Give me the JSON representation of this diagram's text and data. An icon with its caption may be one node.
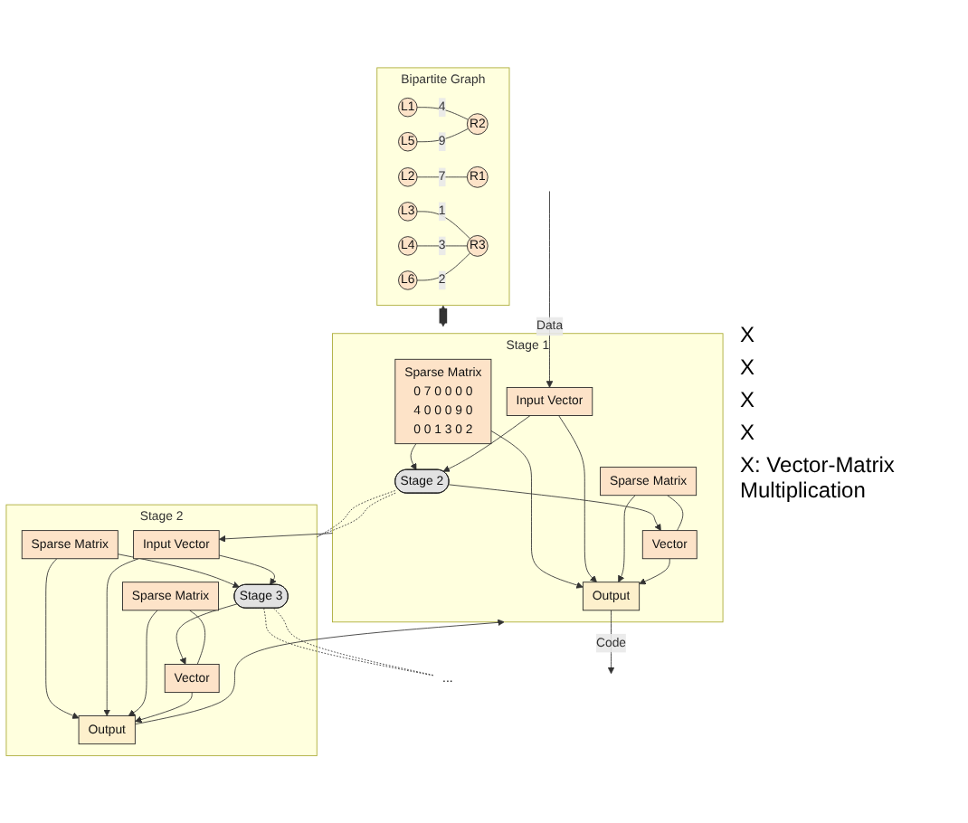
{
  "diagram": {
    "nodes": [
      {
        "text": [
          "Bipartite Graph"
        ]
      },
      {
        "text": [
          "L1"
        ],
        "in": 0
      },
      {
        "text": [
          "L2"
        ],
        "in": 0
      },
      {
        "text": [
          "L3"
        ],
        "in": 0
      },
      {
        "text": [
          "L4"
        ],
        "in": 0
      },
      {
        "text": [
          "L5"
        ],
        "in": 0
      },
      {
        "text": [
          "L6"
        ],
        "in": 0
      },
      {
        "text": [
          "R1"
        ],
        "in": 0
      },
      {
        "text": [
          "R2"
        ],
        "in": 0
      },
      {
        "text": [
          "R3"
        ],
        "in": 0
      },
      {
        "text": [
          "Stage 2"
        ]
      },
      {
        "text": [
          "Sparse Matrix"
        ],
        "in": 10
      },
      {
        "text": [
          "Stage 3"
        ],
        "in": 10
      },
      {
        "text": [
          "Sparse Matrix"
        ],
        "in": 10
      },
      {
        "text": [
          "Vector"
        ],
        "in": 10
      },
      {
        "text": [
          "Input Vector"
        ],
        "in": 10
      },
      {
        "text": [
          "Output"
        ],
        "in": 10
      },
      {
        "text": [
          "Stage 1"
        ]
      },
      {
        "text": [
          "Sparse Matrix",
          "0 7 0 0 0 0",
          "4 0 0 0 9 0",
          "0 0 1 3 0 2"
        ],
        "in": 17
      },
      {
        "text": [
          "Stage 2"
        ],
        "in": 17
      },
      {
        "text": [
          "Sparse Matrix"
        ],
        "in": 17
      },
      {
        "text": [
          "Vector"
        ],
        "in": 17
      },
      {
        "text": [
          "Input Vector"
        ],
        "in": 17
      },
      {
        "text": [
          "Output"
        ],
        "in": 17
      },
      {
        "text": [
          "..."
        ]
      }
    ],
    "edges": [
      {
        "from": 1,
        "to": 8,
        "arrow": "none",
        "label": "4"
      },
      {
        "from": 2,
        "to": 7,
        "arrow": "none",
        "label": "7"
      },
      {
        "from": 3,
        "to": 9,
        "arrow": "none",
        "label": "1"
      },
      {
        "from": 4,
        "to": 9,
        "arrow": "none",
        "label": "3"
      },
      {
        "from": 5,
        "to": 8,
        "arrow": "none",
        "label": "9"
      },
      {
        "from": 6,
        "to": 9,
        "arrow": "none",
        "label": "2"
      },
      {
        "from": 0,
        "to": 17,
        "arrow": "both",
        "style": "thick"
      },
      {
        "from": 12,
        "to": 24,
        "arrow": "none",
        "style": "dashed"
      },
      {
        "from": 12,
        "to": 24,
        "arrow": "none",
        "style": "dashed"
      },
      {
        "from": 11,
        "to": 12,
        "arrow": "to"
      },
      {
        "from": 15,
        "to": 12,
        "arrow": "to"
      },
      {
        "from": 11,
        "to": 16,
        "arrow": "to"
      },
      {
        "from": 15,
        "to": 16,
        "arrow": "to"
      },
      {
        "from": 12,
        "to": 14,
        "arrow": "to"
      },
      {
        "from": 13,
        "to": 14,
        "arrow": "none"
      },
      {
        "from": 13,
        "to": 16,
        "arrow": "to"
      },
      {
        "from": 14,
        "to": 16,
        "arrow": "to"
      },
      {
        "from": 16,
        "to": 17,
        "arrow": "to"
      },
      {
        "from": 17,
        "to": 15,
        "arrow": "to"
      },
      {
        "from": 19,
        "to": 10,
        "arrow": "none",
        "style": "dashed"
      },
      {
        "from": 19,
        "to": 10,
        "arrow": "none",
        "style": "dashed"
      },
      {
        "from": 18,
        "to": 19,
        "arrow": "to"
      },
      {
        "from": 22,
        "to": 19,
        "arrow": "to"
      },
      {
        "from": 18,
        "to": 23,
        "arrow": "to"
      },
      {
        "from": 22,
        "to": 23,
        "arrow": "to"
      },
      {
        "from": 19,
        "to": 21,
        "arrow": "to"
      },
      {
        "from": 20,
        "to": 21,
        "arrow": "none"
      },
      {
        "from": 20,
        "to": 23,
        "arrow": "to"
      },
      {
        "from": 21,
        "to": 23,
        "arrow": "to"
      },
      {
        "from": null,
        "to": 22,
        "arrow": "to",
        "label": "Data"
      },
      {
        "from": 23,
        "to": null,
        "arrow": "to",
        "label": "Code"
      }
    ],
    "labels": [
      "X",
      "X",
      "X",
      "X",
      "X: Vector-Matrix Multiplication"
    ]
  }
}
